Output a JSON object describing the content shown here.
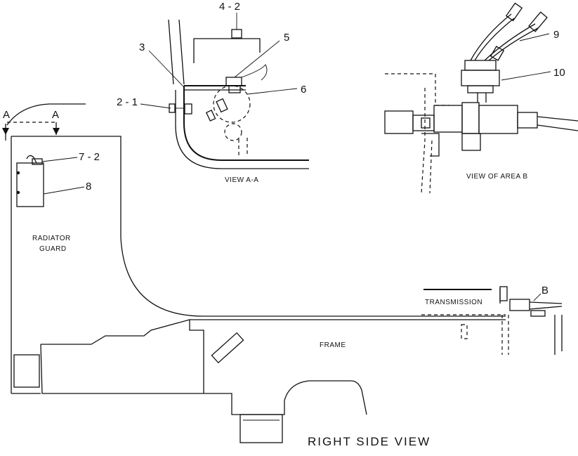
{
  "diagram": {
    "title": "RIGHT SIDE VIEW",
    "views": {
      "view_aa": "VIEW  A-A",
      "view_area_b": "VIEW  OF  AREA  B"
    },
    "callouts": {
      "c_4_2": "4 - 2",
      "c_3": "3",
      "c_5": "5",
      "c_2_1": "2 - 1",
      "c_6": "6",
      "c_9": "9",
      "c_10": "10",
      "c_7_2": "7 - 2",
      "c_8": "8",
      "c_b": "B",
      "c_a_left": "A",
      "c_a_right": "A"
    },
    "parts": {
      "radiator_guard_line1": "RADIATOR",
      "radiator_guard_line2": "GUARD",
      "frame": "FRAME",
      "transmission": "TRANSMISSION"
    }
  }
}
